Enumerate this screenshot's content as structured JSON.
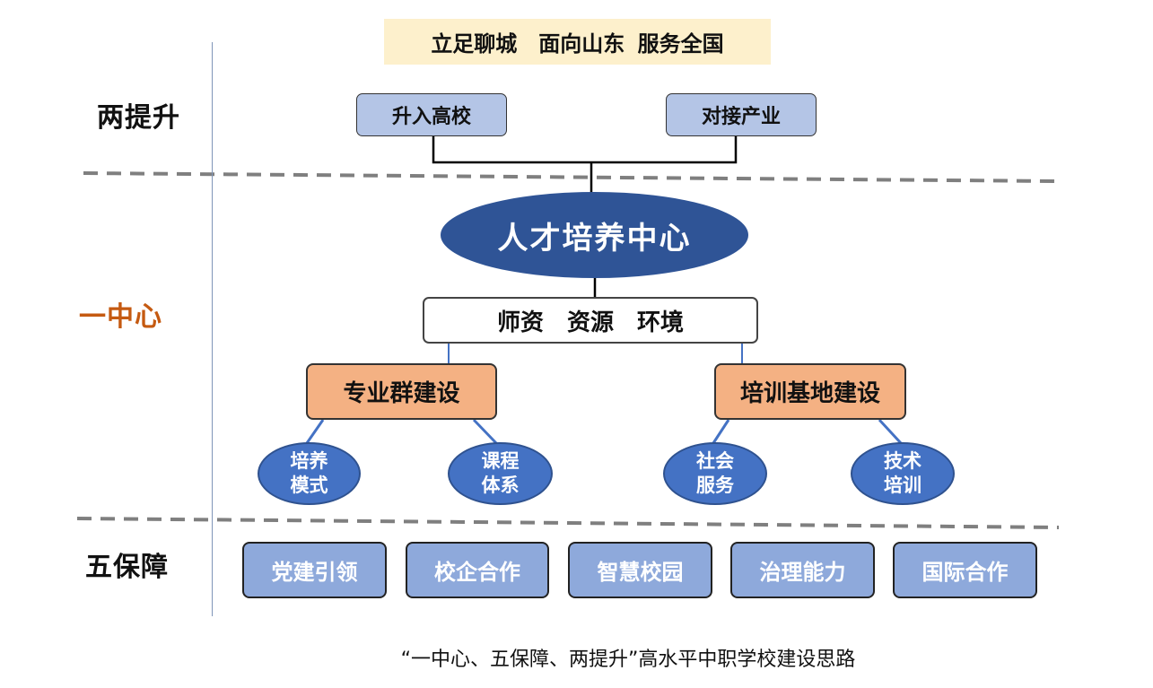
{
  "banner": "立足聊城　面向山东 服务全国",
  "sections": {
    "two_upgrades": "两提升",
    "one_center": "一中心",
    "five_guarantees": "五保障"
  },
  "top_boxes": [
    "升入高校",
    "对接产业"
  ],
  "center": "人才培养中心",
  "resources": "师资　资源　环境",
  "pillars": [
    "专业群建设",
    "培训基地建设"
  ],
  "ovals": [
    {
      "line1": "培养",
      "line2": "模式"
    },
    {
      "line1": "课程",
      "line2": "体系"
    },
    {
      "line1": "社会",
      "line2": "服务"
    },
    {
      "line1": "技术",
      "line2": "培训"
    }
  ],
  "guarantees": [
    "党建引领",
    "校企合作",
    "智慧校园",
    "治理能力",
    "国际合作"
  ],
  "caption": "“一中心、五保障、两提升”高水平中职学校建设思路",
  "colors": {
    "banner_bg": "#fdf0cc",
    "top_box_bg": "#b4c5e6",
    "center_bg": "#2f5496",
    "pillar_bg": "#f4b183",
    "oval_bg": "#4472c4",
    "guarantee_bg": "#8ea9db",
    "accent_text": "#c55a11"
  }
}
